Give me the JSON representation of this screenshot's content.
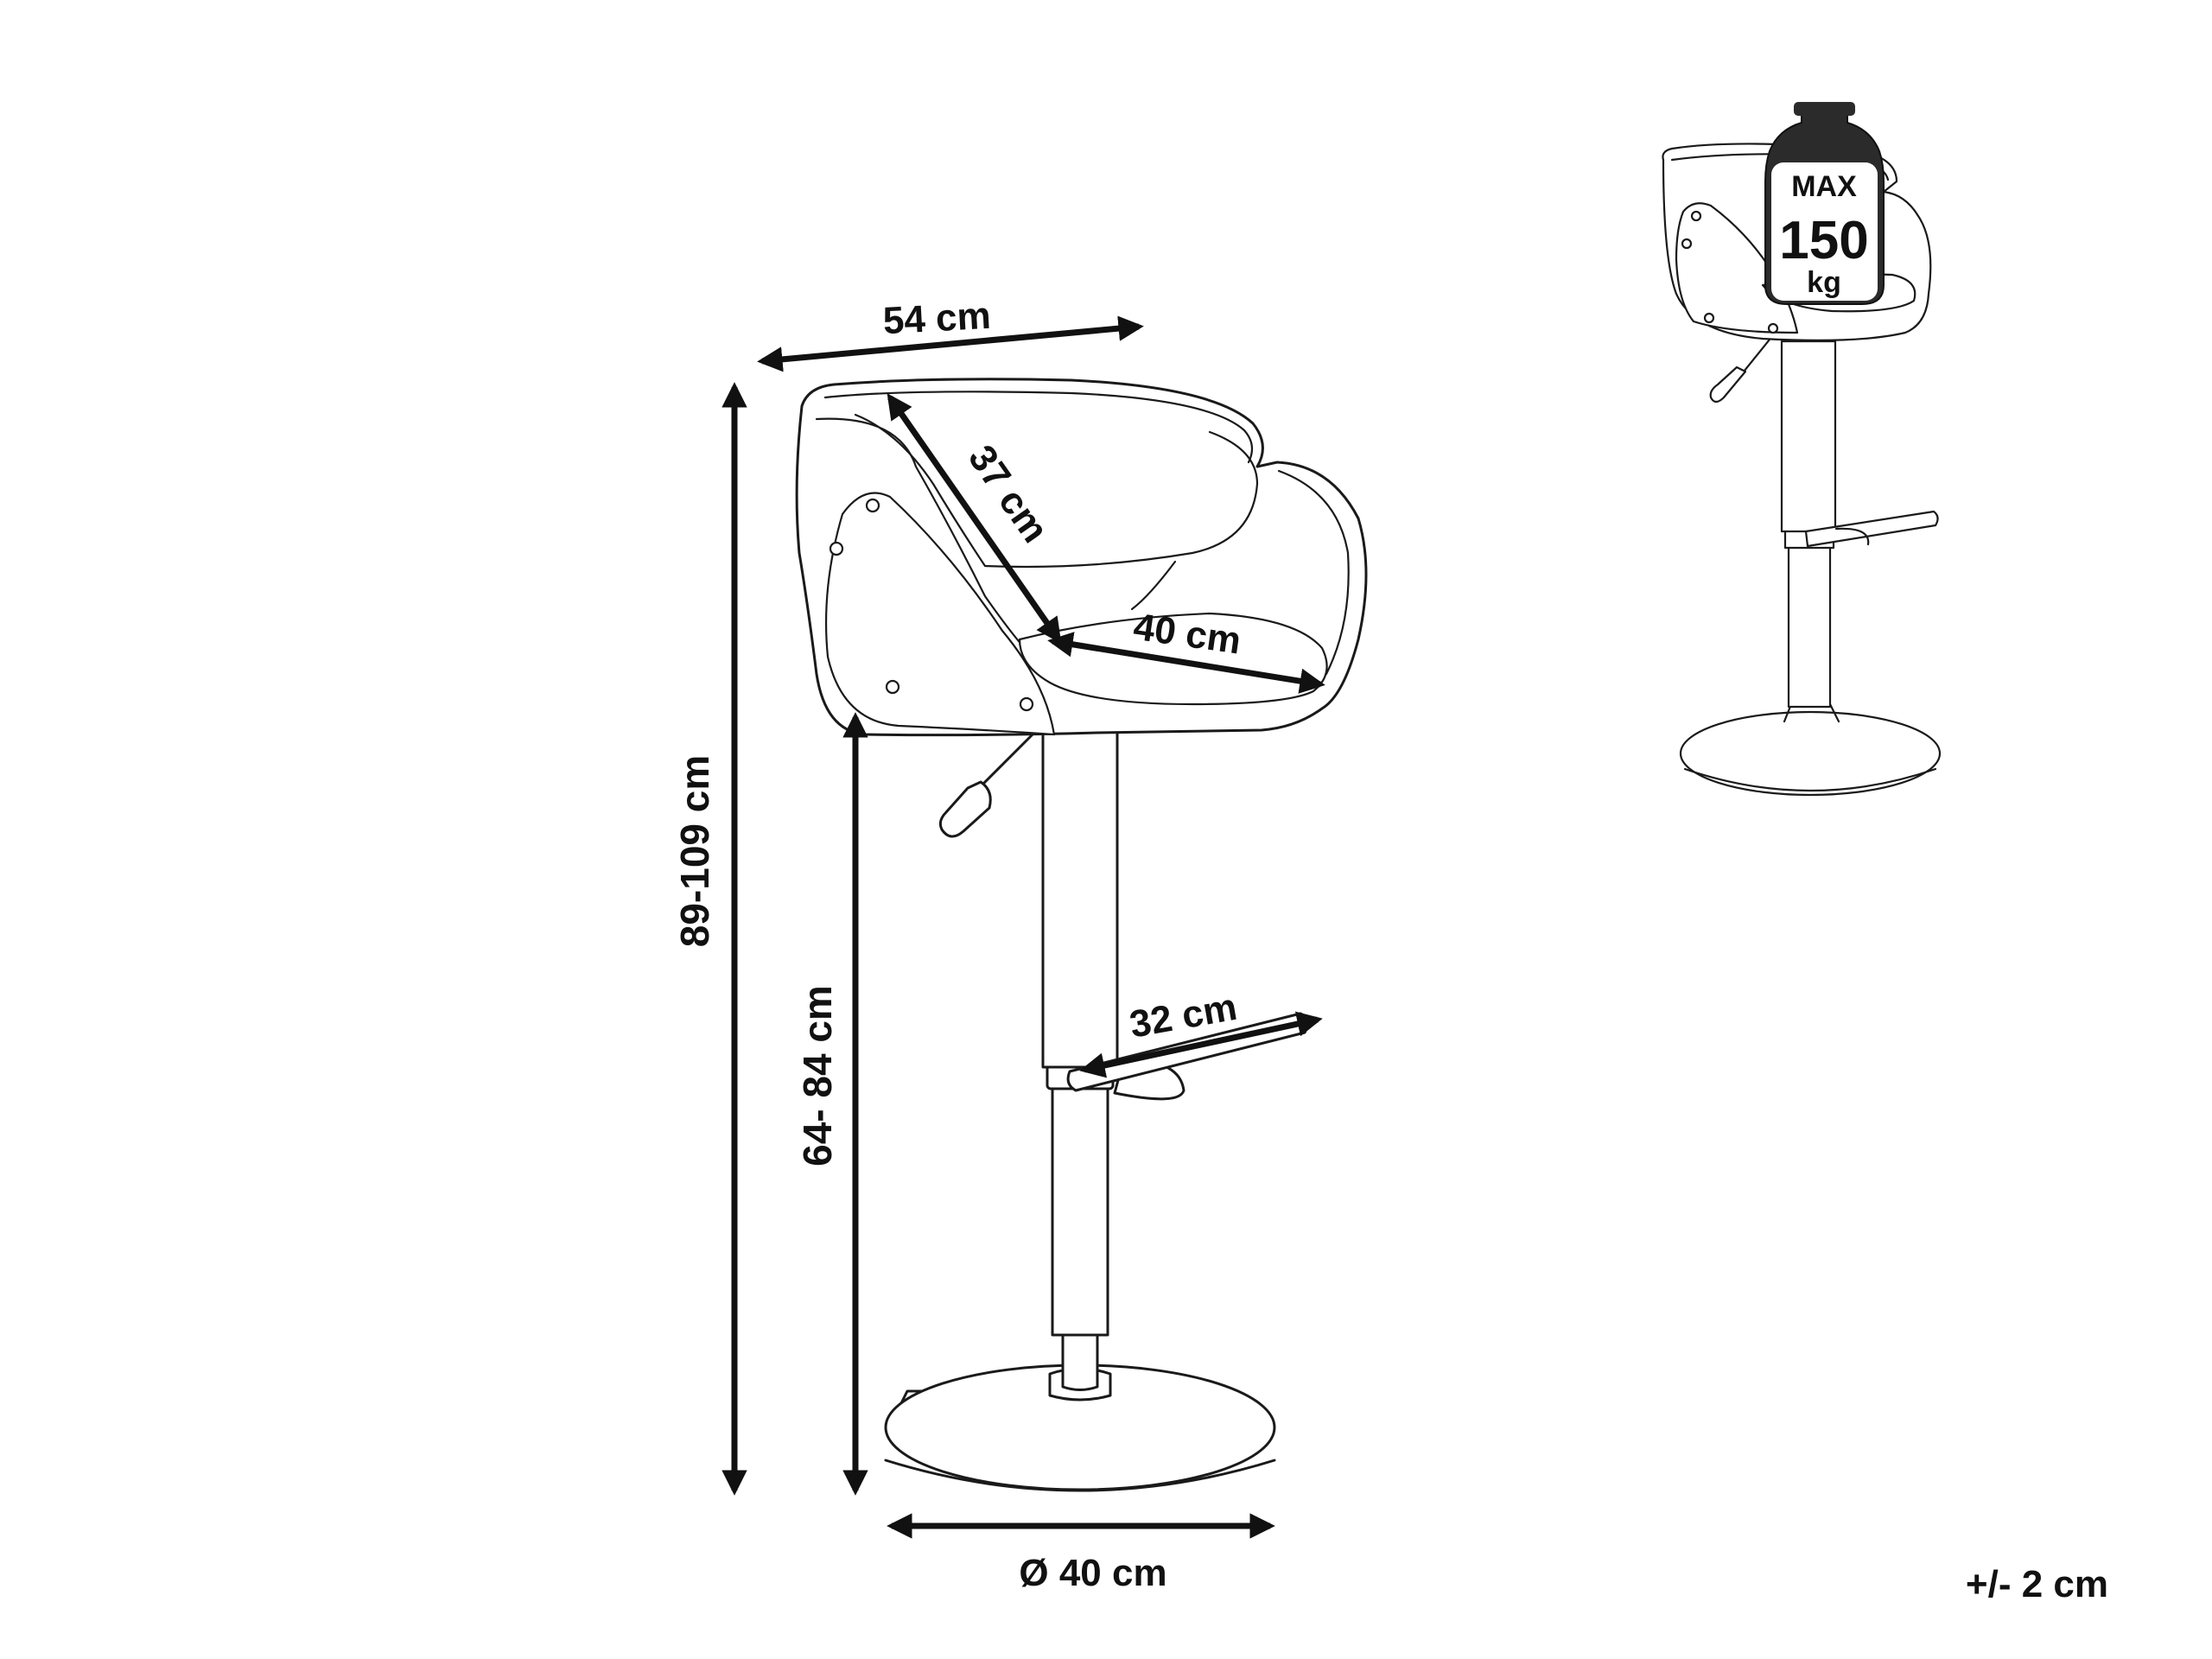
{
  "dimensions": {
    "width_top": "54 cm",
    "backrest_depth": "37 cm",
    "seat_width": "40 cm",
    "total_height": "89-109 cm",
    "seat_height": "64- 84 cm",
    "footrest": "32 cm",
    "base_diameter": "Ø 40  cm"
  },
  "weight_badge": {
    "line1": "MAX",
    "line2": "150",
    "line3": "kg"
  },
  "tolerance": "+/- 2 cm"
}
